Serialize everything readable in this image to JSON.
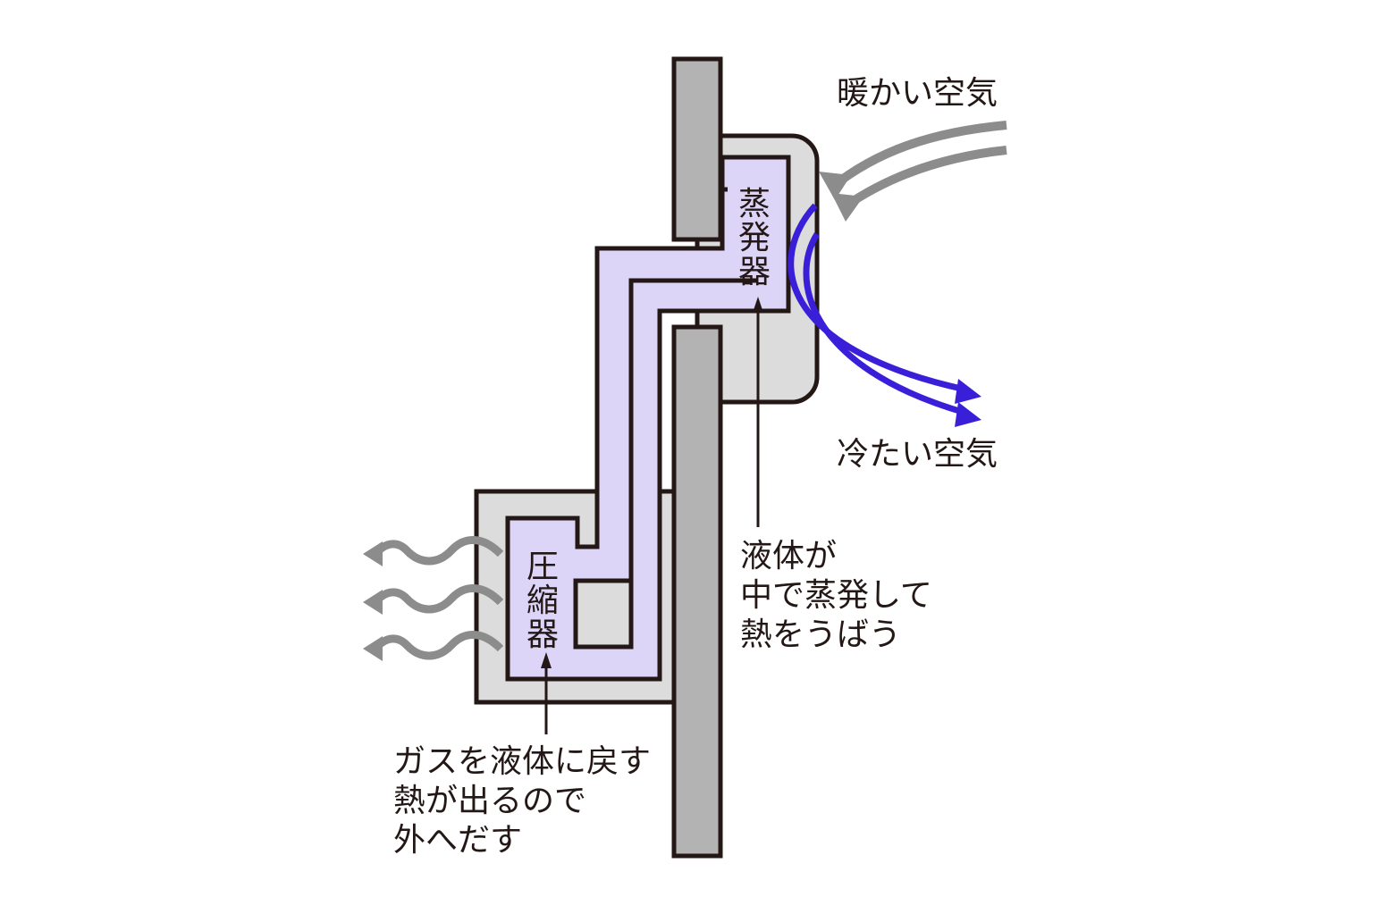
{
  "labels": {
    "warm_air": "暖かい空気",
    "cold_air": "冷たい空気",
    "evaporator": [
      "蒸",
      "発",
      "器"
    ],
    "compressor": [
      "圧",
      "縮",
      "器"
    ],
    "evaporator_note": [
      "液体が",
      "中で蒸発して",
      "熱をうばう"
    ],
    "compressor_note": [
      "ガスを液体に戻す",
      "熱が出るので",
      "外へだす"
    ]
  },
  "colors": {
    "wall": "#b3b3b3",
    "housing": "#dcdcdc",
    "refrigerant": "#ddd5f7",
    "outline": "#231815",
    "warm_arrow": "#8c8c8c",
    "cold_arrow": "#3a1fd9",
    "heat_arrow": "#8c8c8c"
  }
}
